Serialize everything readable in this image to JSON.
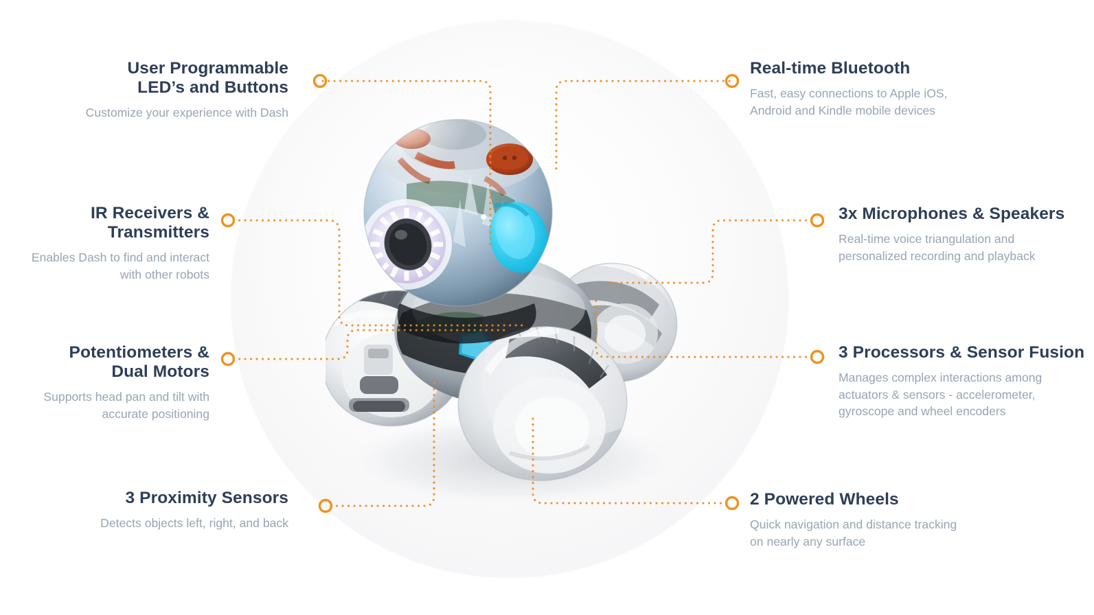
{
  "page": {
    "title": "Dash Robot Feature Callout Diagram",
    "subject": "Dash robot",
    "background_color": "#ffffff",
    "accent_color": "#ee8a1e",
    "heading_color": "#2e3e57",
    "body_color": "#98a4b5",
    "halo_color": "#f4f4f6"
  },
  "callouts": [
    {
      "id": "user-programmable-leds-and-buttons",
      "side": "left",
      "title": "User Programmable\nLED’s and Buttons",
      "title_line1": "User Programmable",
      "title_line2": "LED’s and Buttons",
      "description": "Customize your experience with Dash",
      "description_line1": "Customize your experience with Dash",
      "description_line2": ""
    },
    {
      "id": "ir-receivers-and-transmitters",
      "side": "left",
      "title": "IR Receivers &\nTransmitters",
      "title_line1": "IR Receivers &",
      "title_line2": "Transmitters",
      "description": "Enables Dash to find and interact with other robots",
      "description_line1": "Enables Dash to find and interact",
      "description_line2": "with other robots"
    },
    {
      "id": "potentiometers-and-dual-motors",
      "side": "left",
      "title": "Potentiometers &\nDual Motors",
      "title_line1": "Potentiometers &",
      "title_line2": "Dual Motors",
      "description": "Supports head pan and tilt with accurate positioning",
      "description_line1": "Supports head pan and tilt with",
      "description_line2": "accurate positioning"
    },
    {
      "id": "3-proximity-sensors",
      "side": "left",
      "title": "3 Proximity Sensors",
      "title_line1": "3 Proximity Sensors",
      "title_line2": "",
      "description": "Detects objects left, right, and back",
      "description_line1": "Detects objects left, right, and back",
      "description_line2": ""
    },
    {
      "id": "real-time-bluetooth",
      "side": "right",
      "title": "Real-time Bluetooth",
      "title_line1": "Real-time Bluetooth",
      "title_line2": "",
      "description": "Fast, easy connections to Apple iOS, Android and Kindle mobile devices",
      "description_line1": "Fast, easy connections to Apple iOS,",
      "description_line2": "Android and Kindle mobile devices"
    },
    {
      "id": "3x-microphones-and-speakers",
      "side": "right",
      "title": "3x Microphones & Speakers",
      "title_line1": "3x Microphones & Speakers",
      "title_line2": "",
      "description": "Real-time voice triangulation and personalized recording and playback",
      "description_line1": "Real-time voice triangulation and",
      "description_line2": "personalized recording and playback"
    },
    {
      "id": "3-processors-and-sensor-fusion",
      "side": "right",
      "title": "3 Processors & Sensor Fusion",
      "title_line1": "3 Processors & Sensor Fusion",
      "title_line2": "",
      "description": "Manages complex interactions among actuators & sensors - accelerometer, gyroscope and wheel encoders",
      "description_line1": "Manages complex interactions among",
      "description_line2": "actuators & sensors - accelerometer,",
      "description_line3": "gyroscope and wheel encoders"
    },
    {
      "id": "2-powered-wheels",
      "side": "right",
      "title": "2 Powered Wheels",
      "title_line1": "2 Powered Wheels",
      "title_line2": "",
      "description": "Quick navigation and distance tracking on nearly any surface",
      "description_line1": "Quick navigation and distance tracking",
      "description_line2": "on nearly any surface"
    }
  ],
  "icons": {
    "connector_node": "ring-marker-icon",
    "connector_line": "dotted-leader-line-icon"
  }
}
